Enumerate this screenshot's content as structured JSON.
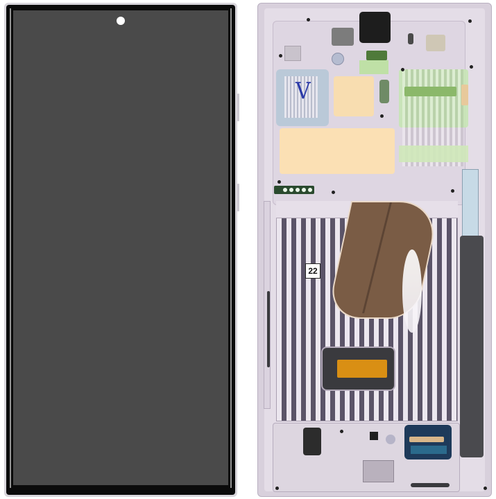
{
  "image": {
    "subject": "Smartphone display assembly with frame",
    "views": [
      {
        "name": "front",
        "description": "Display panel, screen off",
        "features": [
          "punch-hole front camera",
          "thin black bezel",
          "light frame edge"
        ]
      },
      {
        "name": "back",
        "description": "Rear of display assembly showing mid-frame internals",
        "features": [
          "camera cutout",
          "foam pads",
          "battery area with striped backing",
          "flex cable",
          "NFC/charging coil",
          "bottom board with USB port and connector",
          "S-pen strip"
        ]
      }
    ],
    "sticker_text": "22",
    "colors": {
      "screen": "#4a4a4a",
      "bezel": "#0b0b0b",
      "frame_lavender": "#d8d0dc",
      "foam_yellow": "#fbe0b4",
      "foam_green": "#c7e6b5",
      "foam_blue": "#bac9d8",
      "flex_brown": "#7a5c45",
      "coil_orange": "#d98f14",
      "connector_blue": "#1e3a5a"
    }
  }
}
